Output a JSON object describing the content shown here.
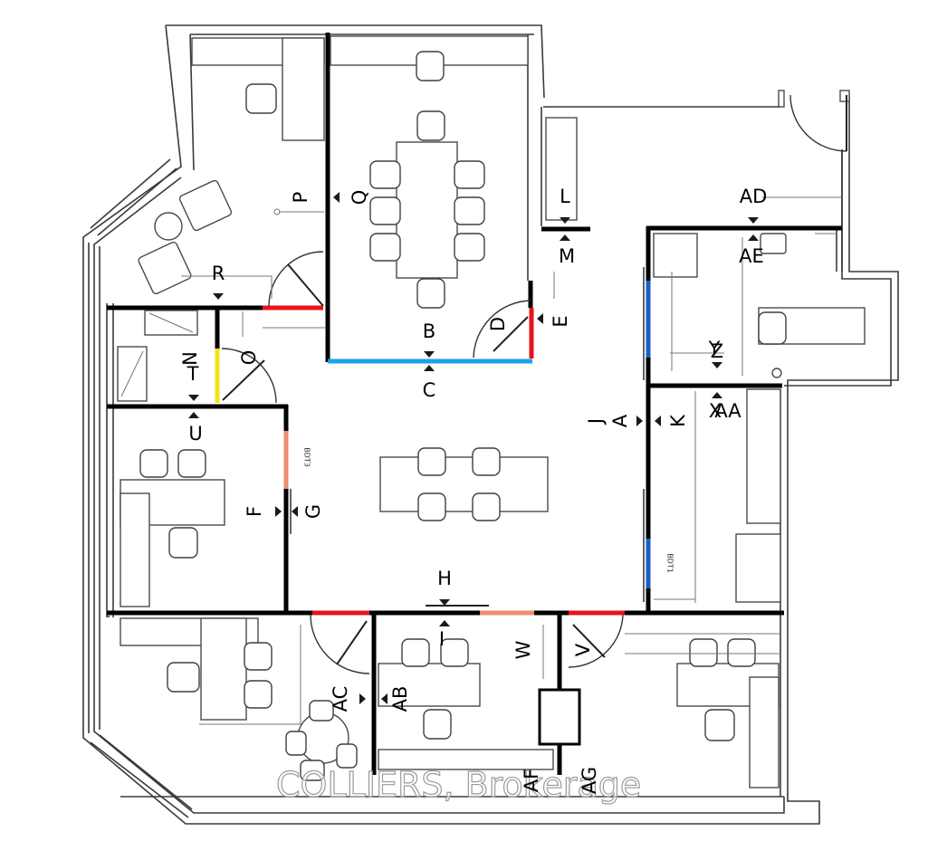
{
  "labels": {
    "a": "A",
    "b": "B",
    "c": "C",
    "d": "D",
    "e": "E",
    "f": "F",
    "g": "G",
    "h": "H",
    "i": "I",
    "j": "J",
    "k": "K",
    "l": "L",
    "m": "M",
    "n": "N",
    "o": "O",
    "p": "P",
    "q": "Q",
    "r": "R",
    "t": "T",
    "u": "U",
    "v": "V",
    "w": "W",
    "x": "X",
    "y": "Y",
    "z": "Z",
    "aa": "AA",
    "ab": "AB",
    "ac": "AC",
    "ad": "AD",
    "ae": "AE",
    "af": "AF",
    "ag": "AG"
  },
  "annotations": {
    "bdt1": "BDT1",
    "bdt3": "BDT3"
  },
  "watermark": "COLLIERS, Brokerage",
  "colors": {
    "wall": "#000000",
    "door_red": "#e8141a",
    "glass_light_blue": "#1aa3e8",
    "door_dark_blue": "#1a5fc8",
    "door_yellow": "#f2e21a",
    "door_orange": "#ea8e6e"
  }
}
